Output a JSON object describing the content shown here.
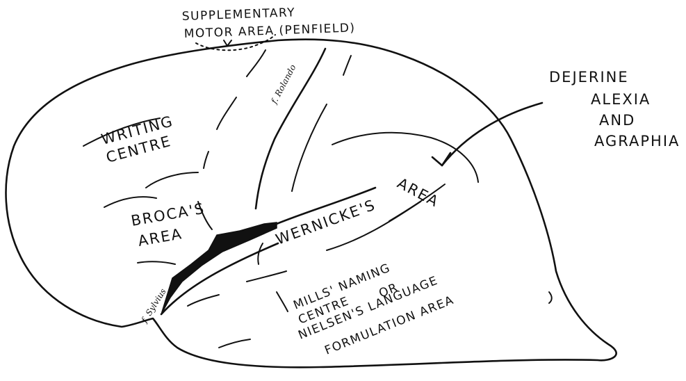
{
  "labels": {
    "supplementary_line1": "SUPPLEMENTARY",
    "supplementary_line2": "MOTOR AREA (PENFIELD)",
    "writing_line1": "WRITING",
    "writing_line2": "CENTRE",
    "dejerine_line1": "DEJERINE",
    "dejerine_line2": "ALEXIA",
    "dejerine_line3": "AND",
    "dejerine_line4": "AGRAPHIA",
    "rolando": "f. Rolando",
    "broca_line1": "BROCA'S",
    "broca_line2": "AREA",
    "wernicke_name": "WERNICKE'S",
    "wernicke_area": "AREA",
    "sylvius": "f. Sylvius",
    "mills_line1": "MILLS' NAMING",
    "mills_line2": "CENTRE",
    "mills_line3": "OR",
    "mills_line4": "NIELSEN'S LANGUAGE",
    "mills_line5": "FORMULATION AREA"
  },
  "colors": {
    "ink": "#111111",
    "paper": "#ffffff"
  }
}
